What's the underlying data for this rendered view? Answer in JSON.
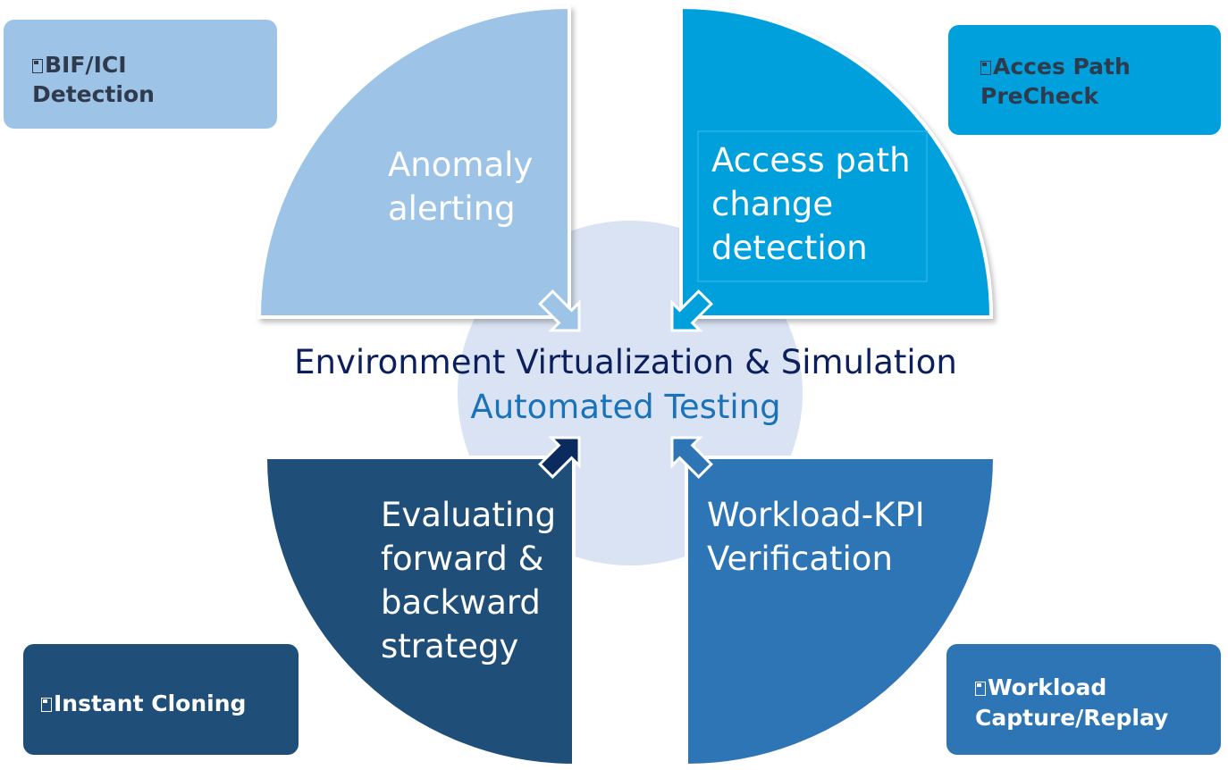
{
  "center": {
    "title": "Environment Virtualization & Simulation",
    "subtitle": "Automated Testing"
  },
  "quadrants": {
    "top_left": {
      "lines": [
        "Anomaly",
        "alerting"
      ],
      "color": "#9dc3e6"
    },
    "top_right": {
      "lines": [
        "Access path",
        "change",
        "detection"
      ],
      "color": "#00a0dc"
    },
    "bottom_left": {
      "lines": [
        "Evaluating",
        "forward &",
        "backward",
        "strategy"
      ],
      "color": "#1f4e79"
    },
    "bottom_right": {
      "lines": [
        "Workload-KPI",
        "Verification"
      ],
      "color": "#2e75b6"
    }
  },
  "corner_boxes": {
    "top_left": {
      "lines": [
        "BIF/ICI",
        "Detection"
      ],
      "icon": "document-bullet-icon"
    },
    "top_right": {
      "lines": [
        "Acces Path",
        "PreCheck"
      ],
      "icon": "document-bullet-icon"
    },
    "bottom_left": {
      "lines": [
        "Instant Cloning"
      ],
      "icon": "document-bullet-icon"
    },
    "bottom_right": {
      "lines": [
        "Workload",
        "Capture/Replay"
      ],
      "icon": "document-bullet-icon"
    }
  },
  "colors": {
    "center_circle": "#dae3f3",
    "title_text": "#0b1f5c",
    "subtitle_text": "#1a73b8",
    "box_text_dark": "#2f3b4c"
  }
}
